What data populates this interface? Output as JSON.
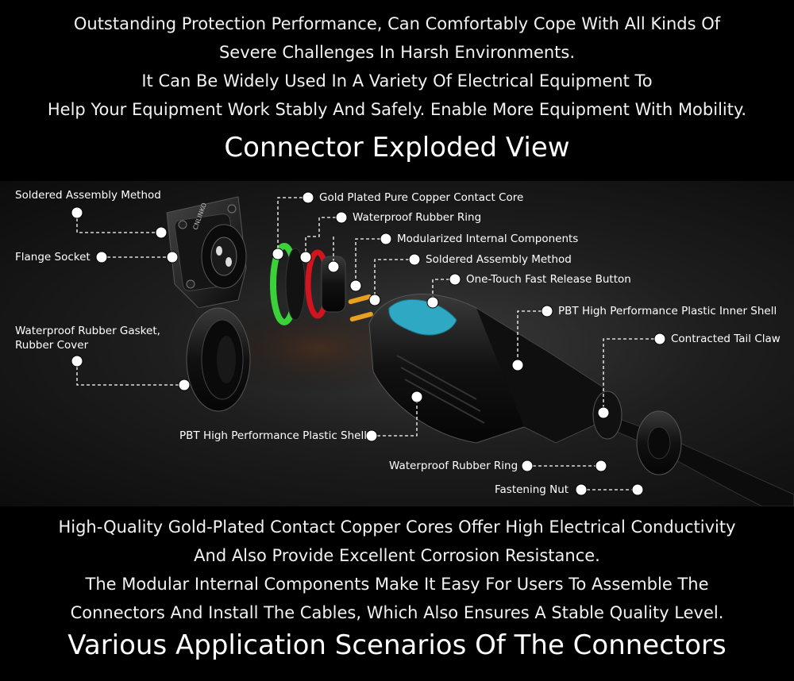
{
  "intro": {
    "lines": [
      "Outstanding Protection Performance, Can Comfortably Cope With All Kinds Of",
      "Severe Challenges In Harsh Environments.",
      "It Can Be Widely Used In A Variety Of Electrical Equipment To",
      "Help Your Equipment Work Stably And Safely. Enable More Equipment With Mobility."
    ]
  },
  "heading1": "Connector Exploded View",
  "diagram": {
    "brand_mark": "CNLINKO",
    "labels": {
      "soldered_left": "Soldered Assembly Method",
      "flange_socket": "Flange Socket",
      "gasket_line1": "Waterproof Rubber Gasket,",
      "gasket_line2": "Rubber Cover",
      "gold_core": "Gold Plated Pure Copper Contact Core",
      "ring_top": "Waterproof Rubber Ring",
      "modular": "Modularized Internal Components",
      "soldered_right": "Soldered Assembly Method",
      "release": "One-Touch Fast Release Button",
      "inner_shell": "PBT High Performance Plastic Inner Shell",
      "tail_claw": "Contracted Tail Claw",
      "shell": "PBT High Performance Plastic Shell",
      "ring_bottom": "Waterproof Rubber Ring",
      "nut": "Fastening Nut"
    },
    "colors": {
      "green_ring": "#3ad13a",
      "red_ring": "#d2141e",
      "release_button": "#2fa8c4",
      "gold": "#e8a020"
    }
  },
  "outro": {
    "lines": [
      "High-Quality Gold-Plated Contact Copper Cores Offer High Electrical Conductivity",
      "And Also Provide Excellent Corrosion Resistance.",
      "The Modular Internal Components Make It Easy For Users To Assemble The",
      "Connectors And Install The Cables, Which Also Ensures A Stable Quality Level."
    ]
  },
  "heading2": "Various Application Scenarios Of The Connectors"
}
